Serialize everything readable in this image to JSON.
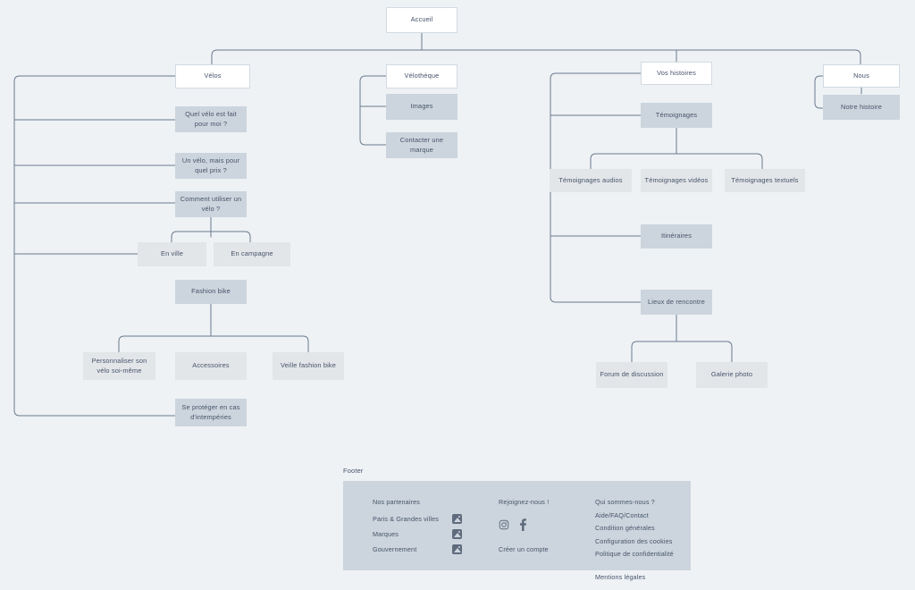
{
  "colors": {
    "background": "#eef2f5",
    "node_white": "#ffffff",
    "node_blue": "#ccd5dd",
    "node_gray": "#e3e6e9",
    "edge": "#6b7a8d",
    "text": "#46536a",
    "footer_bg": "#ccd5dd",
    "icon_fill": "#5e6b7d"
  },
  "nodes": {
    "accueil": {
      "label": "Accueil"
    },
    "velos": {
      "label": "Vélos"
    },
    "quel_velo": {
      "label": "Quel vélo est fait pour moi ?"
    },
    "un_velo_prix": {
      "label": "Un vélo, mais pour quel prix ?"
    },
    "comment_utiliser": {
      "label": "Comment utiliser un vélo ?"
    },
    "en_ville": {
      "label": "En ville"
    },
    "en_campagne": {
      "label": "En campagne"
    },
    "fashion_bike": {
      "label": "Fashion bike"
    },
    "personnaliser": {
      "label": "Personnaliser son vélo soi-même"
    },
    "accessoires": {
      "label": "Accessoires"
    },
    "veille_fashion": {
      "label": "Veille fashion bike"
    },
    "se_proteger": {
      "label": "Se protéger en cas d'intempéries"
    },
    "velotheque": {
      "label": "Vélothèque"
    },
    "images": {
      "label": "Images"
    },
    "contacter_marque": {
      "label": "Contacter  une marque"
    },
    "vos_histoires": {
      "label": "Vos histoires"
    },
    "temoignages": {
      "label": "Témoignages"
    },
    "temoignages_audios": {
      "label": "Témoignages audios"
    },
    "temoignages_videos": {
      "label": "Témoignages vidéos"
    },
    "temoignages_textuels": {
      "label": "Témoignages textuels"
    },
    "itineraires": {
      "label": "Itinéraires"
    },
    "lieux_rencontre": {
      "label": "Lieux de rencontre"
    },
    "forum_discussion": {
      "label": "Forum de discussion"
    },
    "galerie_photo": {
      "label": "Galerie photo"
    },
    "nous": {
      "label": "Nous"
    },
    "notre_histoire": {
      "label": "Notre histoire"
    }
  },
  "footer": {
    "section_label": "Footer",
    "partners": {
      "title": "Nos partenaires",
      "items": [
        {
          "label": "Paris & Grandes villes",
          "icon": "image-placeholder-icon"
        },
        {
          "label": "Marques",
          "icon": "image-placeholder-icon"
        },
        {
          "label": "Gouvernement",
          "icon": "image-placeholder-icon"
        }
      ]
    },
    "social": {
      "title": "Rejoignez-nous !",
      "icons": [
        "instagram-icon",
        "facebook-icon"
      ],
      "cta": "Créer un compte"
    },
    "links": [
      "Qui sommes-nous ?",
      "Aide/FAQ/Contact",
      "Condition générales",
      "Configuration des cookies",
      "Politique de confidentialité",
      "Mentions légales"
    ]
  }
}
